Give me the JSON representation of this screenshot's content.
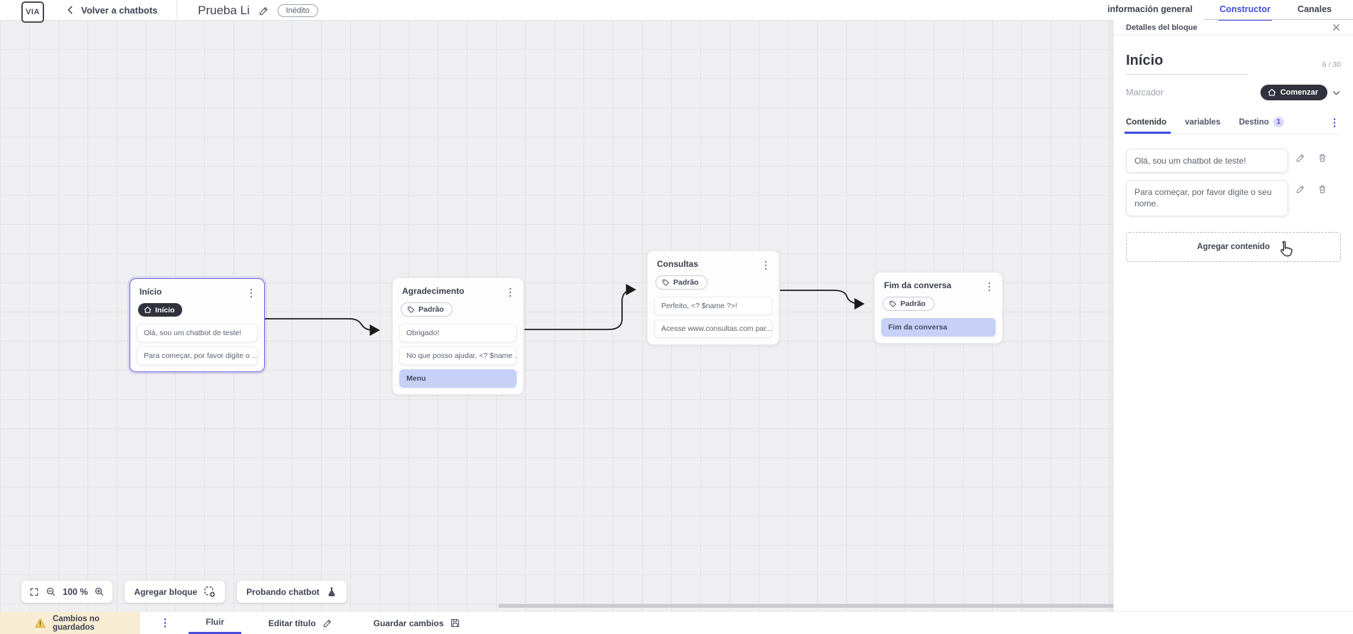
{
  "topbar": {
    "logo_text": "VIA",
    "back_label": "Volver a chatbots",
    "title": "Prueba Li",
    "status_badge": "Inédito",
    "tabs": [
      {
        "label": "información general"
      },
      {
        "label": "Constructor"
      },
      {
        "label": "Canales"
      }
    ]
  },
  "panel": {
    "header": "Detalles del bloque",
    "block_name": "Início",
    "char_counter": "6 / 30",
    "marker_label": "Marcador",
    "marker_value": "Comenzar",
    "tabs": [
      {
        "label": "Contenido"
      },
      {
        "label": "variables"
      },
      {
        "label": "Destino",
        "badge": "1"
      }
    ],
    "contents": [
      {
        "text": "Olá, sou um chatbot de teste!"
      },
      {
        "text": "Para começar, por favor digite o seu nome."
      }
    ],
    "add_content_label": "Agregar contenido"
  },
  "canvas": {
    "zoom_level": "100 %",
    "add_block_label": "Agregar bloque",
    "test_chatbot_label": "Probando chatbot",
    "blocks": [
      {
        "title": "Início",
        "tag": "Início",
        "cards": [
          {
            "text": "Olá, sou um chatbot de teste!"
          },
          {
            "text": "Para começar, por favor digite o ..."
          }
        ]
      },
      {
        "title": "Agradecimento",
        "tag": "Padrão",
        "cards": [
          {
            "text": "Obrigado!"
          },
          {
            "text": "No que posso ajudar, <? $name ..."
          },
          {
            "text": "Menu"
          }
        ]
      },
      {
        "title": "Consultas",
        "tag": "Padrão",
        "cards": [
          {
            "text": "Perfeito, <? $name ?>!"
          },
          {
            "text": "Acesse www.consultas.com par..."
          }
        ]
      },
      {
        "title": "Fim da conversa",
        "tag": "Padrão",
        "cards": [
          {
            "text": "Fim da conversa"
          }
        ]
      }
    ]
  },
  "bottombar": {
    "warning": "Cambios no guardados",
    "flow_tab": "Fluir",
    "edit_title_label": "Editar título",
    "save_label": "Guardar cambios"
  },
  "colors": {
    "accent_blue": "#3d4ee0",
    "indigo": "#474bdd",
    "dark_pill": "#32323e",
    "highlight_card": "#c7d1f7",
    "warning_bg": "#f8ecd3",
    "warning_yellow": "#edbb4a",
    "canvas_bg": "#efeff1"
  }
}
